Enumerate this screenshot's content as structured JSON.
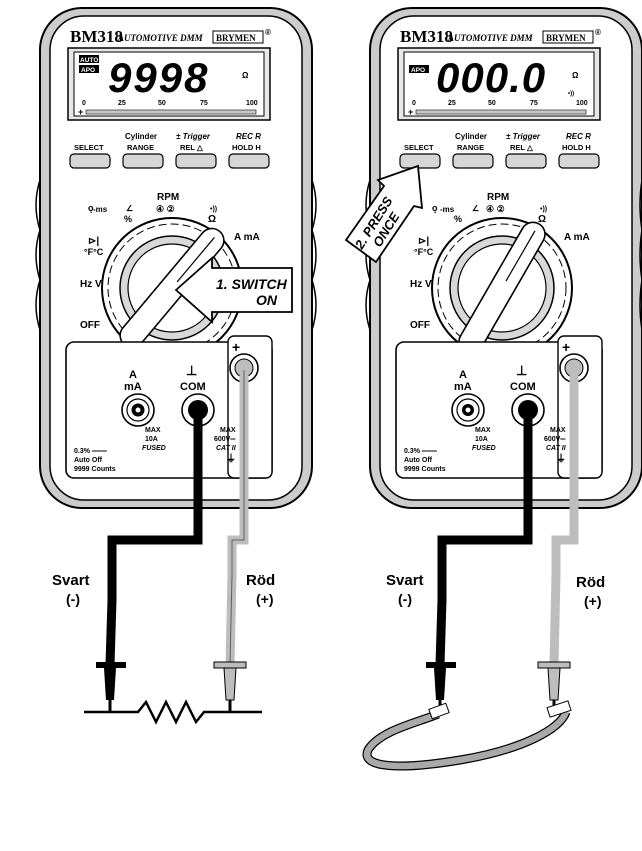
{
  "meters": [
    {
      "id": "left",
      "model": "BM318",
      "subtitle": "AUTOMOTIVE DMM",
      "brand": "BRYMEN",
      "registered": "®",
      "display_value": "9998",
      "display_unit": "Ω",
      "indicators": [
        "AUTO",
        "APO"
      ],
      "bargraph_labels": [
        "0",
        "25",
        "50",
        "75",
        "100"
      ],
      "bargraph_sign": "+",
      "buttons": [
        {
          "top": "",
          "label": "SELECT"
        },
        {
          "top": "Cylinder",
          "label": "RANGE"
        },
        {
          "top": "± Trigger",
          "label": "REL △"
        },
        {
          "top": "REC R",
          "label": "HOLD H"
        }
      ],
      "dial_labels": {
        "rpm": "RPM",
        "rpm_sub": "④ ②",
        "ms": "-ms",
        "pct": "%",
        "ohm": "Ω",
        "beep": "•))",
        "diode_temp": "°F°C",
        "a_ma": "A mA",
        "hz_v": "Hz V",
        "off": "OFF"
      },
      "terminals": {
        "a_ma": "A mA",
        "com": "COM",
        "plus": "+",
        "max_a": "MAX 10A FUSED",
        "max_v": "MAX 600V CAT II",
        "spec": "0.3% ═══ Auto Off 9999 Counts"
      },
      "callout": "1. SWITCH ON",
      "lead_black": "Svart",
      "lead_black_sign": "(-)",
      "lead_red": "Röd",
      "lead_red_sign": "(+)"
    },
    {
      "id": "right",
      "model": "BM318",
      "subtitle": "AUTOMOTIVE DMM",
      "brand": "BRYMEN",
      "registered": "®",
      "display_value": "000.0",
      "display_unit": "Ω",
      "indicators": [
        "APO"
      ],
      "bargraph_labels": [
        "0",
        "25",
        "50",
        "75",
        "100"
      ],
      "bargraph_sign": "+",
      "buttons": [
        {
          "top": "",
          "label": "SELECT"
        },
        {
          "top": "Cylinder",
          "label": "RANGE"
        },
        {
          "top": "± Trigger",
          "label": "REL △"
        },
        {
          "top": "REC R",
          "label": "HOLD H"
        }
      ],
      "dial_labels": {
        "rpm": "RPM",
        "rpm_sub": "④ ②",
        "ms": "-ms",
        "pct": "%",
        "ohm": "Ω",
        "beep": "•))",
        "diode_temp": "°F°C",
        "a_ma": "A mA",
        "hz_v": "Hz V",
        "off": "OFF"
      },
      "terminals": {
        "a_ma": "A mA",
        "com": "COM",
        "plus": "+",
        "max_a": "MAX 10A FUSED",
        "max_v": "MAX 600V CAT II",
        "spec": "0.3% ═══ Auto Off 9999 Counts"
      },
      "callout": "2. PRESS ONCE",
      "lead_black": "Svart",
      "lead_black_sign": "(-)",
      "lead_red": "Röd",
      "lead_red_sign": "(+)"
    }
  ],
  "colors": {
    "outline": "#000000",
    "shell": "#dcdcdc",
    "shell_dark": "#bdbdbd",
    "red_lead": "#bcbcbc",
    "black_lead": "#000000",
    "wire_loop": "#a9a9a9"
  }
}
